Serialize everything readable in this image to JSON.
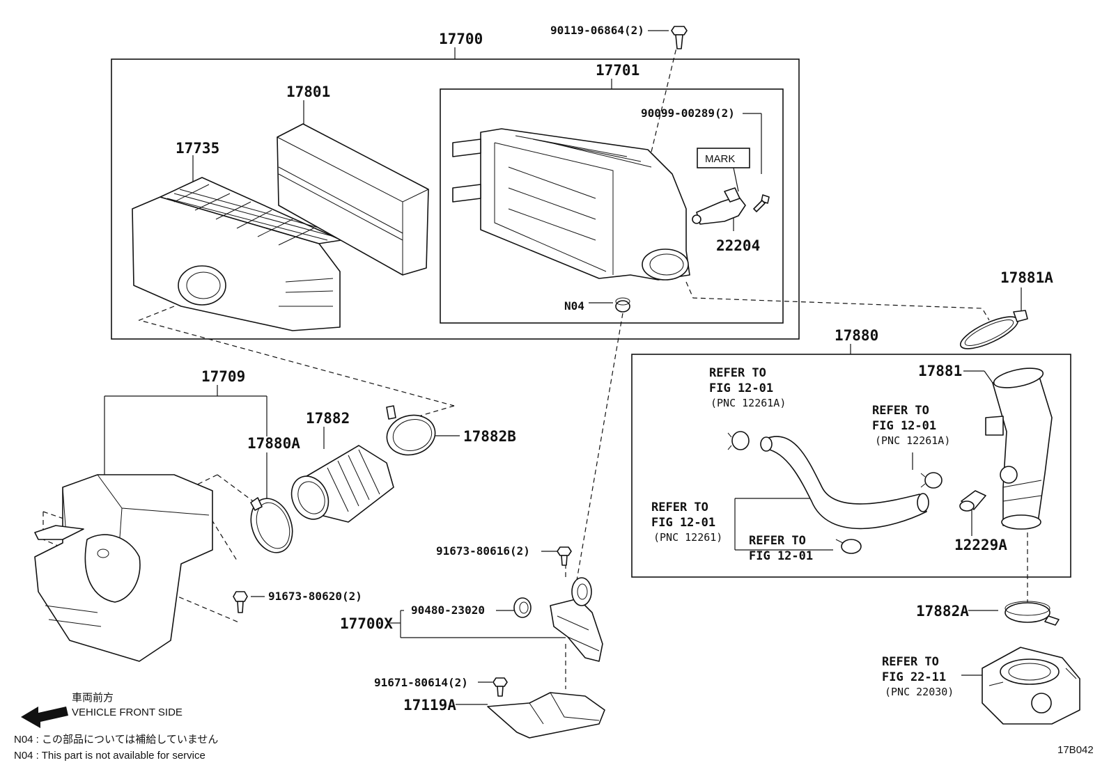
{
  "parts": {
    "p17700": "17700",
    "p17701": "17701",
    "p17801": "17801",
    "p17735": "17735",
    "p22204": "22204",
    "pN04": "N04",
    "p17881A": "17881A",
    "p17880": "17880",
    "p17881": "17881",
    "p12229A": "12229A",
    "p17882A": "17882A",
    "p17709": "17709",
    "p17880A": "17880A",
    "p17882": "17882",
    "p17882B": "17882B",
    "p17700X": "17700X",
    "p17119A": "17119A",
    "b90119": "90119-06864(2)",
    "b90099": "90099-00289(2)",
    "b91673a": "91673-80616(2)",
    "b91673b": "91673-80620(2)",
    "b90480": "90480-23020",
    "b91671": "91671-80614(2)",
    "mark": "MARK"
  },
  "refs": {
    "r1": {
      "line1": "REFER TO",
      "line2": "FIG 12-01",
      "pnc": "(PNC 12261A)"
    },
    "r2": {
      "line1": "REFER TO",
      "line2": "FIG 12-01",
      "pnc": "(PNC 12261A)"
    },
    "r3": {
      "line1": "REFER TO",
      "line2": "FIG 12-01",
      "pnc": "(PNC 12261)"
    },
    "r4": {
      "line1": "REFER TO",
      "line2": "FIG 12-01"
    },
    "r5": {
      "line1": "REFER TO",
      "line2": "FIG 22-11",
      "pnc": "(PNC 22030)"
    }
  },
  "notes": {
    "front_jp": "車両前方",
    "front_en": "VEHICLE FRONT SIDE",
    "n04_jp": "N04 : この部品については補給していません",
    "n04_en": "N04 : This part is not available for service"
  },
  "figure_id": "17B042"
}
